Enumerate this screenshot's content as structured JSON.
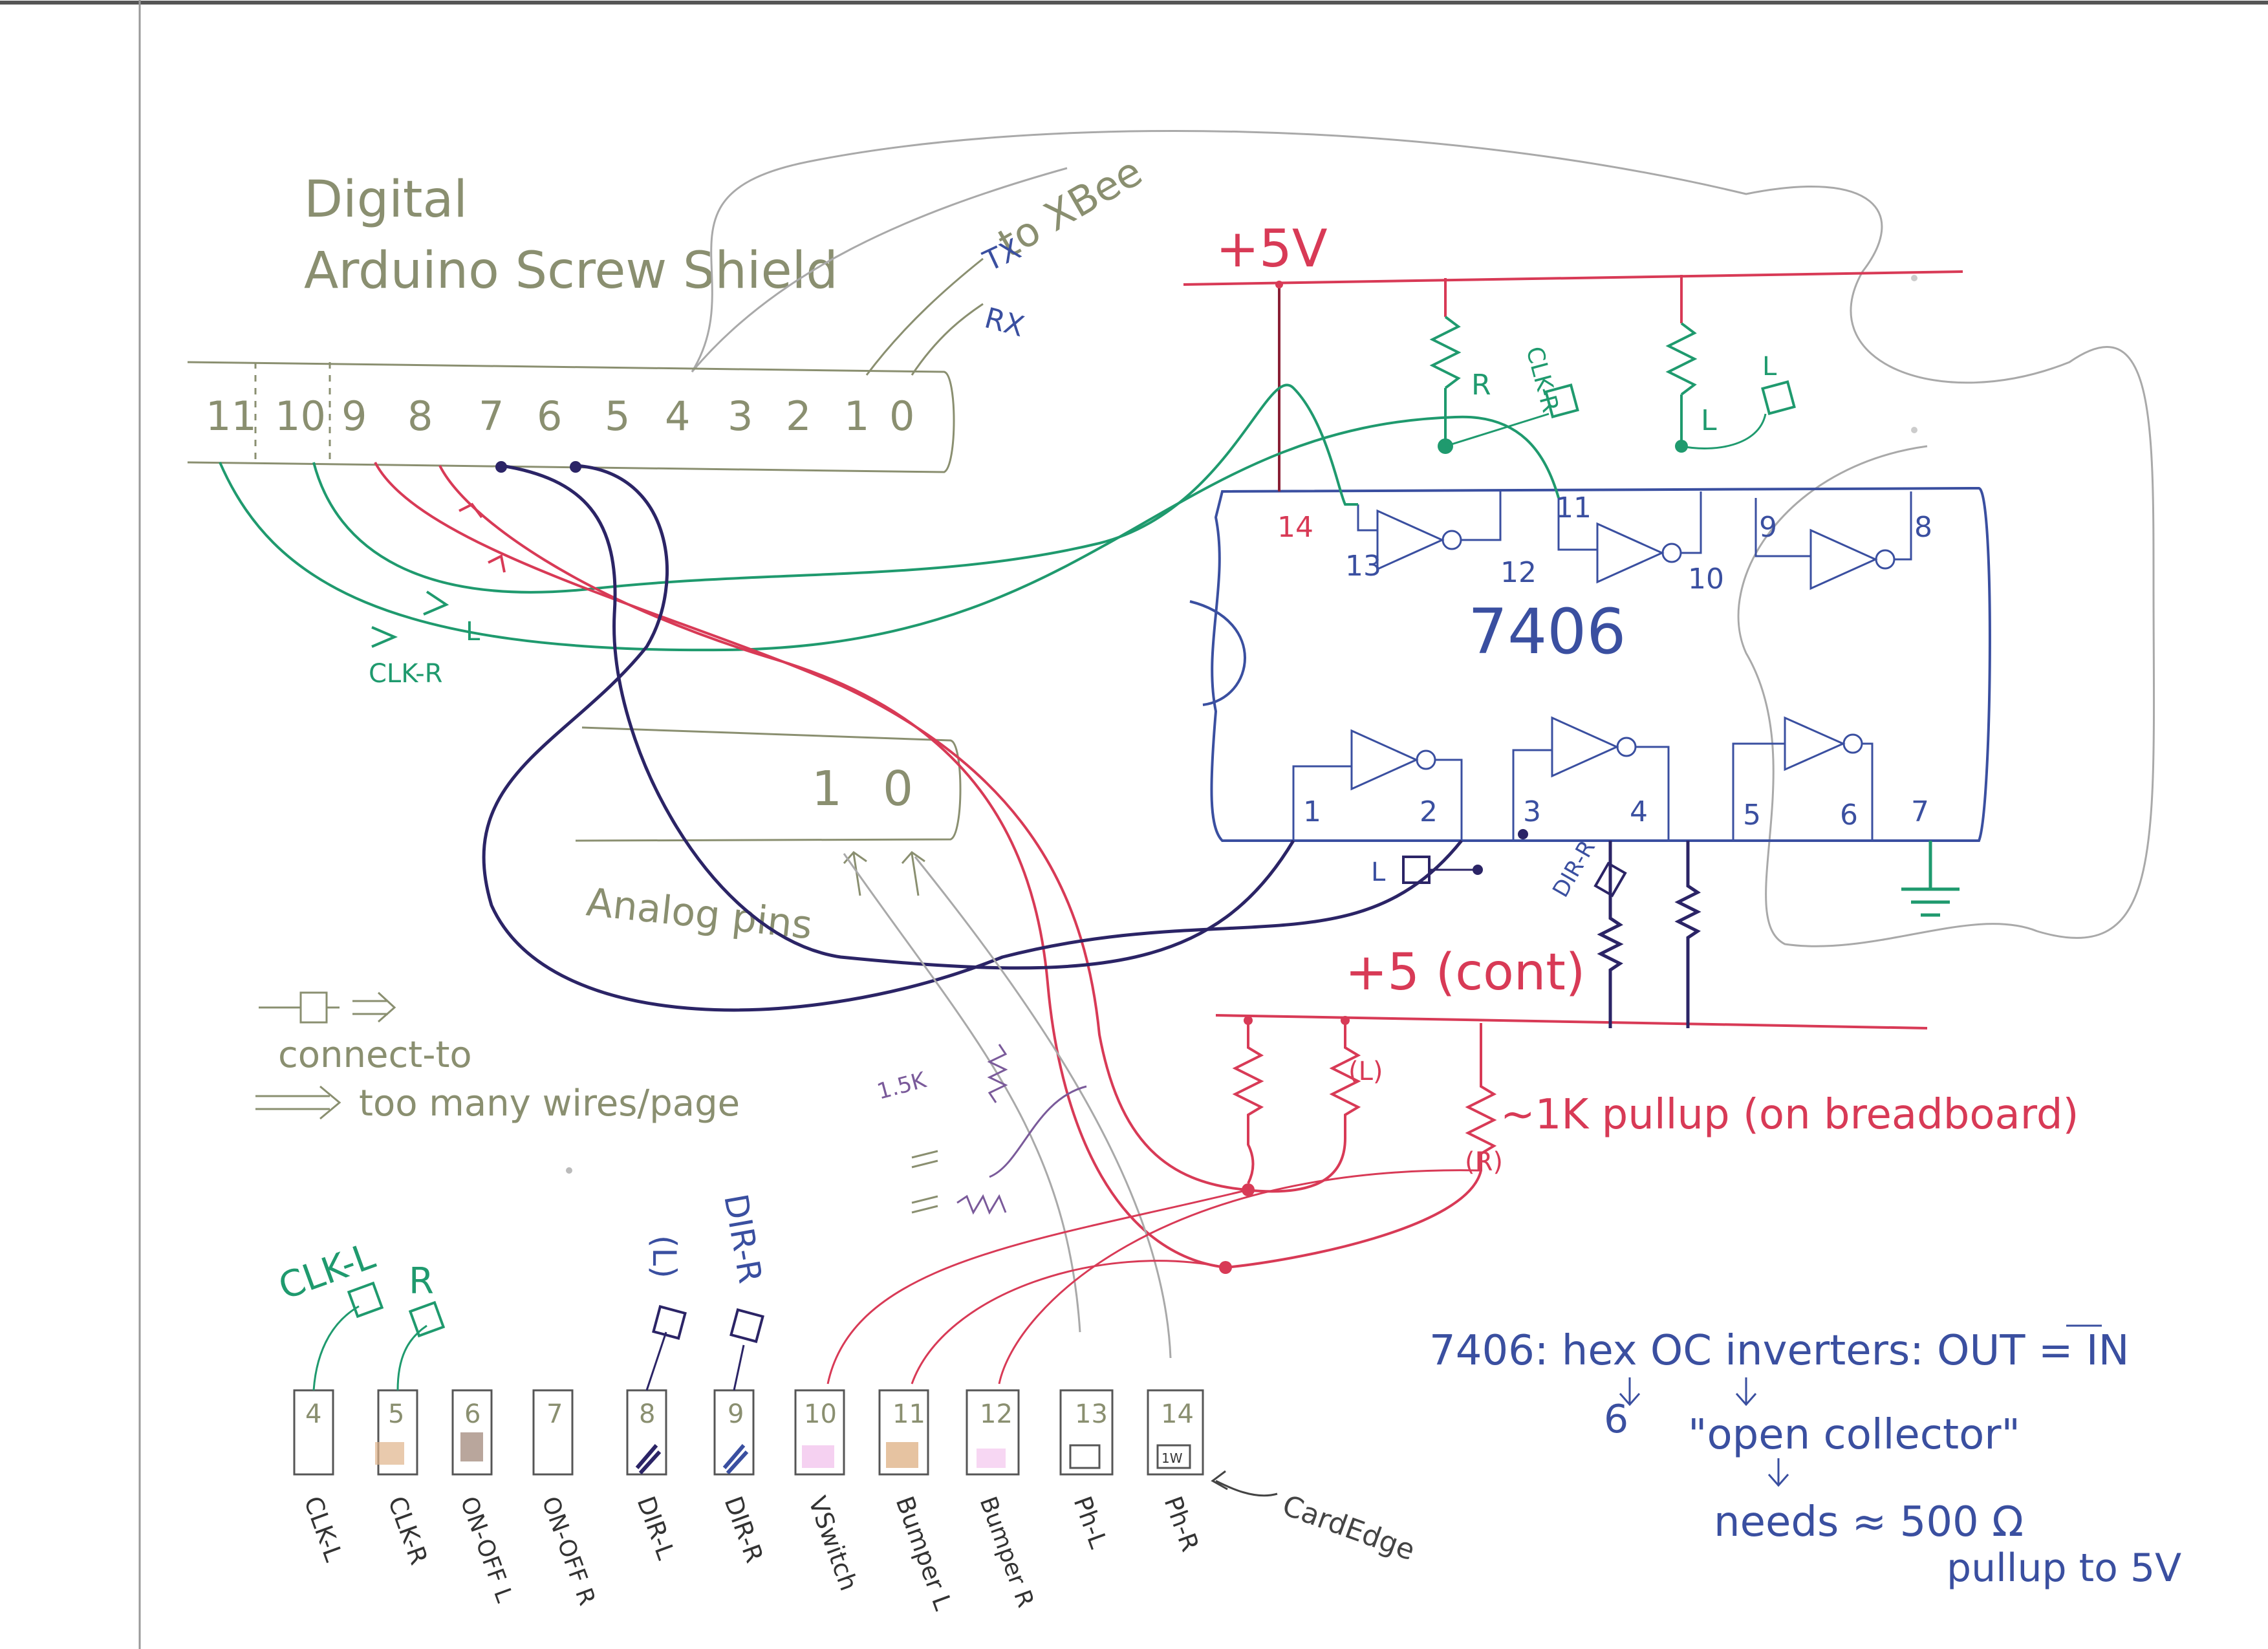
{
  "title": {
    "line1": "Digital",
    "line2": "Arduino Screw Shield"
  },
  "xbee": {
    "label": "to XBee",
    "tx": "TX",
    "rx": "RX"
  },
  "digital_header": {
    "pins": [
      "11",
      "10",
      "9",
      "8",
      "7",
      "6",
      "5",
      "4",
      "3",
      "2",
      "1",
      "0"
    ]
  },
  "analog_header": {
    "pins": [
      "1",
      "0"
    ],
    "label": "Analog pins"
  },
  "supply": {
    "plus5v": "+5V",
    "plus5_cont": "+5 (cont)"
  },
  "chip": {
    "name": "7406",
    "top_pins": [
      "14",
      "13",
      "12",
      "11",
      "10",
      "9",
      "8"
    ],
    "bottom_pins": [
      "1",
      "2",
      "3",
      "4",
      "5",
      "6",
      "7"
    ]
  },
  "resistor_labels": {
    "r": "R",
    "l": "L",
    "l_paren": "(L)",
    "r_paren": "(R)",
    "one_five_k": "1.5K",
    "pullup": "~1K pullup (on breadboard)"
  },
  "connect_labels": {
    "clk_r_top": "CLK-R",
    "l_top": "L",
    "l_bottom": "L",
    "dir_r": "DIR-R",
    "clk_l_card": "CLK-L",
    "r_card": "R",
    "l_paren_card": "(L)",
    "dir_r_card": "DIR-R"
  },
  "wire_labels": {
    "l": "L",
    "clk_r": "CLK-R"
  },
  "legend": {
    "line1": "connect-to",
    "line2": "too many wires/page"
  },
  "card_edge": {
    "label": "CardEdge",
    "slots": [
      {
        "num": "4",
        "label": "CLK-L"
      },
      {
        "num": "5",
        "label": "CLK-R"
      },
      {
        "num": "6",
        "label": "ON-OFF L"
      },
      {
        "num": "7",
        "label": "ON-OFF R"
      },
      {
        "num": "8",
        "label": "DIR-L"
      },
      {
        "num": "9",
        "label": "DIR-R"
      },
      {
        "num": "10",
        "label": "VSwitch"
      },
      {
        "num": "11",
        "label": "Bumper L"
      },
      {
        "num": "12",
        "label": "Bumper R"
      },
      {
        "num": "13",
        "label": "Ph-L"
      },
      {
        "num": "14",
        "label": "Ph-R"
      }
    ],
    "slot_marks": {
      "ph_r": "1W"
    }
  },
  "notes": {
    "line1": "7406: hex OC inverters: OUT = IN",
    "six": "6",
    "open_collector": "\"open collector\"",
    "needs": "needs ≈ 500 Ω",
    "pullup": "pullup to 5V"
  },
  "colors": {
    "olive": "#8a8f70",
    "green": "#1f9a6e",
    "red": "#d83a56",
    "blue": "#3a4fa0",
    "dark_blue": "#2b2466",
    "gray": "#8e8e8e"
  }
}
